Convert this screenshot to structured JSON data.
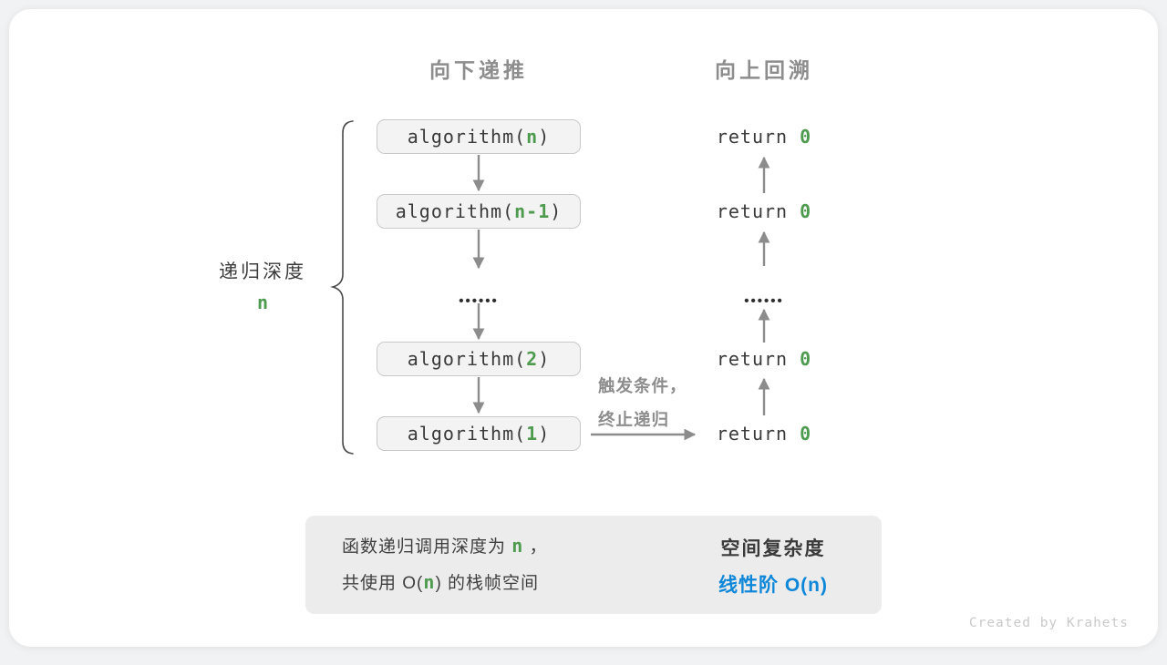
{
  "columns": {
    "down_label": "向下递推",
    "up_label": "向上回溯"
  },
  "depth": {
    "label": "递归深度",
    "var": "n"
  },
  "recursion": {
    "calls": [
      {
        "pre": "algorithm(",
        "arg": "n",
        "post": ")"
      },
      {
        "pre": "algorithm(",
        "arg": "n-1",
        "post": ")"
      },
      {
        "pre": "algorithm(",
        "arg": "2",
        "post": ")"
      },
      {
        "pre": "algorithm(",
        "arg": "1",
        "post": ")"
      }
    ],
    "ellipsis": "••••••"
  },
  "returns": {
    "items": [
      {
        "pre": "return ",
        "val": "0"
      },
      {
        "pre": "return ",
        "val": "0"
      },
      {
        "pre": "return ",
        "val": "0"
      },
      {
        "pre": "return ",
        "val": "0"
      }
    ],
    "ellipsis": "••••••"
  },
  "trigger": {
    "line1": "触发条件，",
    "line2": "终止递归"
  },
  "summary": {
    "left_line1_pre": "函数递归调用深度为 ",
    "left_line1_var": "n",
    "left_line1_post": " ，",
    "left_line2_pre": "共使用 O(",
    "left_line2_var": "n",
    "left_line2_post": ") 的栈帧空间",
    "right_title": "空间复杂度",
    "right_result": "线性阶 O(n)"
  },
  "watermark": "Created by Krahets",
  "colors": {
    "accent_green": "#4e9b50",
    "accent_blue": "#0e87d9",
    "arrow_gray": "#8c8c8c",
    "header_gray": "#8d8d8d",
    "box_fill": "#f3f3f3",
    "box_border": "#c9c9c9",
    "summary_fill": "#ececec"
  }
}
